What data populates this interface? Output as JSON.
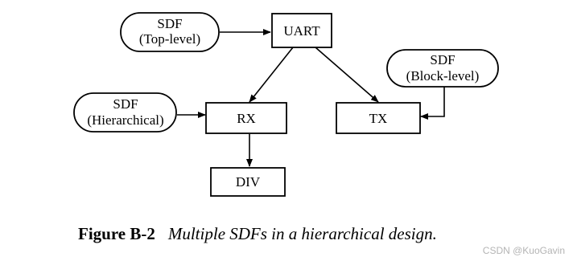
{
  "diagram": {
    "nodes": {
      "uart": {
        "label": "UART"
      },
      "rx": {
        "label": "RX"
      },
      "tx": {
        "label": "TX"
      },
      "div": {
        "label": "DIV"
      },
      "sdf_top": {
        "line1": "SDF",
        "line2": "(Top-level)"
      },
      "sdf_hier": {
        "line1": "SDF",
        "line2": "(Hierarchical)"
      },
      "sdf_block": {
        "line1": "SDF",
        "line2": "(Block-level)"
      }
    },
    "edges": [
      {
        "from": "sdf_top",
        "to": "uart"
      },
      {
        "from": "uart",
        "to": "rx"
      },
      {
        "from": "uart",
        "to": "tx"
      },
      {
        "from": "sdf_hier",
        "to": "rx"
      },
      {
        "from": "sdf_block",
        "to": "tx"
      },
      {
        "from": "rx",
        "to": "div"
      }
    ]
  },
  "caption": {
    "label": "Figure B-2",
    "text": "Multiple SDFs in a hierarchical design."
  },
  "watermark": "CSDN @KuoGavin"
}
